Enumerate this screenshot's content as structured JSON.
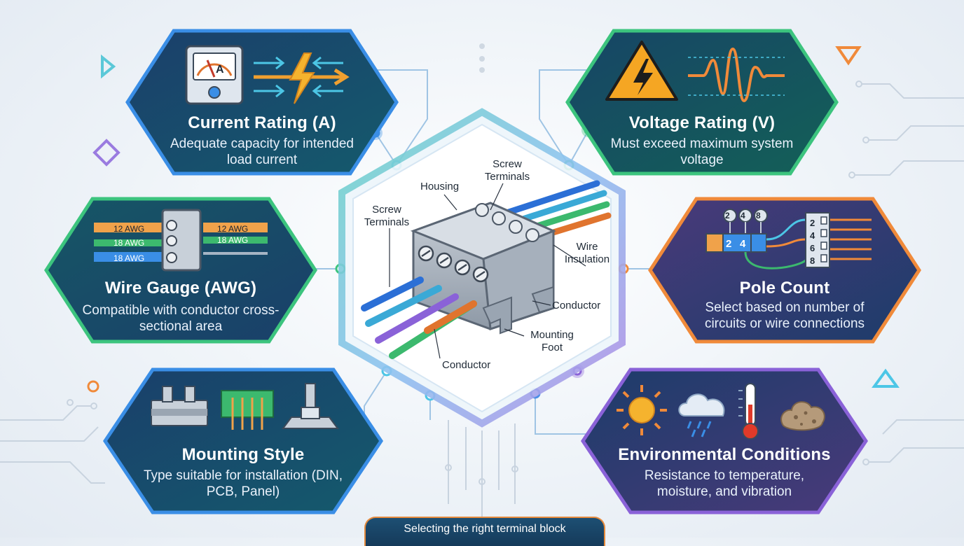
{
  "colors": {
    "panel_dark": "#17355a",
    "panel_teal": "#14566a",
    "accent_blue": "#3a8ee6",
    "accent_green": "#3cc47e",
    "accent_orange": "#f08a3a",
    "accent_purple": "#8a62d8",
    "accent_cyan": "#4cc6e6"
  },
  "cards": {
    "current": {
      "title": "Current Rating (A)",
      "desc": "Adequate capacity for intended load current",
      "icons": [
        "ammeter-icon",
        "current-flow-arrows-icon"
      ],
      "meter_letter": "A"
    },
    "voltage": {
      "title": "Voltage Rating (V)",
      "desc": "Must exceed maximum system voltage",
      "icons": [
        "high-voltage-warning-icon",
        "waveform-icon"
      ]
    },
    "gauge": {
      "title": "Wire Gauge (AWG)",
      "desc": "Compatible with conductor cross-sectional area",
      "icons": [
        "wire-gauge-icon"
      ],
      "wire_labels": [
        "12 AWG",
        "18 AWG",
        "18 AWG"
      ],
      "wire_labels_right": [
        "12 AWG",
        "18 AWG"
      ]
    },
    "pole": {
      "title": "Pole Count",
      "desc": "Select based on number of circuits or wire connections",
      "icons": [
        "pole-count-icon"
      ],
      "top_numbers": [
        "2",
        "4",
        "8"
      ],
      "block_numbers": [
        "2",
        "4"
      ],
      "side_numbers": [
        "2",
        "4",
        "6",
        "8"
      ]
    },
    "mounting": {
      "title": "Mounting Style",
      "desc": "Type suitable for installation (DIN, PCB, Panel)",
      "icons": [
        "din-rail-icon",
        "pcb-icon",
        "panel-mount-icon"
      ]
    },
    "environment": {
      "title": "Environmental Conditions",
      "desc": "Resistance to temperature, moisture, and vibration",
      "icons": [
        "sun-icon",
        "rain-cloud-icon",
        "thermometer-icon",
        "dust-icon"
      ]
    }
  },
  "center": {
    "labels": {
      "housing": "Housing",
      "screw_terminals_top": "Screw Terminals",
      "screw_terminals_left": "Screw Terminals",
      "wire_insulation": "Wire Insulation",
      "conductor_right": "Conductor",
      "mounting_foot": "Mounting Foot",
      "conductor_bottom": "Conductor"
    }
  },
  "footer": {
    "text": "Selecting the right terminal block"
  }
}
